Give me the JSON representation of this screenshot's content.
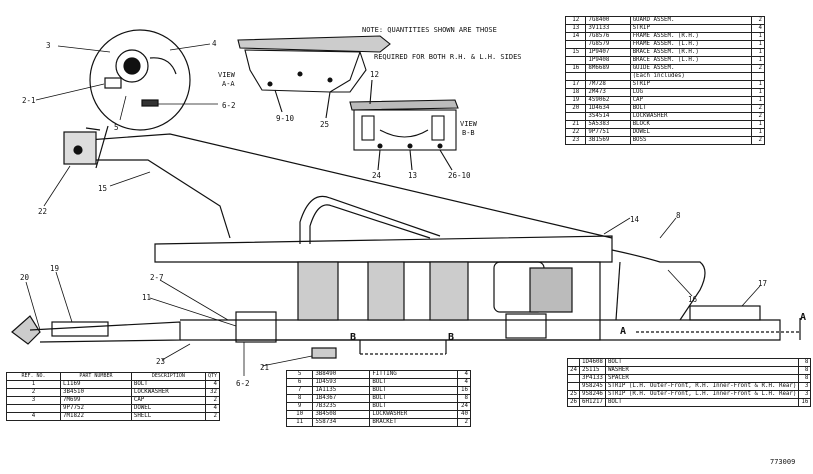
{
  "note": {
    "line1": "NOTE: QUANTITIES SHOWN ARE THOSE",
    "line2": "REQUIRED FOR BOTH R.H. & L.H. SIDES"
  },
  "views": {
    "view_a_line1": "VIEW",
    "view_a_line2": "A-A",
    "view_b_line1": "VIEW",
    "view_b_line2": "B-B"
  },
  "callouts": [
    {
      "id": "c3",
      "label": "3"
    },
    {
      "id": "c4",
      "label": "4"
    },
    {
      "id": "c2-1",
      "label": "2-1"
    },
    {
      "id": "c5",
      "label": "5"
    },
    {
      "id": "c6-2",
      "label": "6-2"
    },
    {
      "id": "c9-10",
      "label": "9-10"
    },
    {
      "id": "c25",
      "label": "25"
    },
    {
      "id": "c12",
      "label": "12"
    },
    {
      "id": "c24",
      "label": "24"
    },
    {
      "id": "c13",
      "label": "13"
    },
    {
      "id": "c26-10",
      "label": "26-10"
    },
    {
      "id": "c22",
      "label": "22"
    },
    {
      "id": "c15",
      "label": "15"
    },
    {
      "id": "c14",
      "label": "14"
    },
    {
      "id": "c8",
      "label": "8"
    },
    {
      "id": "c2-7",
      "label": "2-7"
    },
    {
      "id": "c11",
      "label": "11"
    },
    {
      "id": "c20",
      "label": "20"
    },
    {
      "id": "c19",
      "label": "19"
    },
    {
      "id": "c16",
      "label": "16"
    },
    {
      "id": "c17",
      "label": "17"
    },
    {
      "id": "c23",
      "label": "23"
    },
    {
      "id": "c21",
      "label": "21"
    },
    {
      "id": "c6-2b",
      "label": "6-2"
    },
    {
      "id": "cB1",
      "label": "B"
    },
    {
      "id": "cB2",
      "label": "B"
    },
    {
      "id": "cA1",
      "label": "A"
    },
    {
      "id": "cA2",
      "label": "A"
    }
  ],
  "table_top_right": {
    "rows": [
      {
        "ref": "12",
        "part": "7G8400",
        "desc": "GUARD ASSEM.",
        "qty": "2"
      },
      {
        "ref": "13",
        "part": "3V1133",
        "desc": "STRIP",
        "qty": "4"
      },
      {
        "ref": "14",
        "part": "7G8576",
        "desc": "FRAME ASSEM. (R.H.)",
        "qty": "1"
      },
      {
        "ref": "",
        "part": "7G8579",
        "desc": "FRAME ASSEM. (L.H.)",
        "qty": "1"
      },
      {
        "ref": "15",
        "part": "1P9407",
        "desc": "BRACE ASSEM. (R.H.)",
        "qty": "1"
      },
      {
        "ref": "",
        "part": "1P9408",
        "desc": "BRACE ASSEM. (L.H.)",
        "qty": "1"
      },
      {
        "ref": "16",
        "part": "8M6689",
        "desc": "GUIDE ASSEM.",
        "qty": "2"
      },
      {
        "ref": "",
        "part": "",
        "desc": "(Each includes)",
        "qty": ""
      },
      {
        "ref": "17",
        "part": "7M728",
        "desc": "STRIP",
        "qty": "1"
      },
      {
        "ref": "18",
        "part": "2M473",
        "desc": "LUG",
        "qty": "1"
      },
      {
        "ref": "19",
        "part": "4S9062",
        "desc": "CAP",
        "qty": "1"
      },
      {
        "ref": "20",
        "part": "1D4634",
        "desc": "BOLT",
        "qty": "2"
      },
      {
        "ref": "",
        "part": "3S4514",
        "desc": "LOCKWASHER",
        "qty": "2"
      },
      {
        "ref": "21",
        "part": "5A5383",
        "desc": "BLOCK",
        "qty": "1"
      },
      {
        "ref": "22",
        "part": "9P7751",
        "desc": "DOWEL",
        "qty": "1"
      },
      {
        "ref": "23",
        "part": "3B1569",
        "desc": "BOSS",
        "qty": "2"
      }
    ]
  },
  "table_bottom_left": {
    "headers": [
      "REF. NO.",
      "PART NUMBER",
      "DESCRIPTION",
      "QTY"
    ],
    "rows": [
      {
        "ref": "1",
        "part": "L1169",
        "desc": "BOLT",
        "qty": "4"
      },
      {
        "ref": "2",
        "part": "3B4510",
        "desc": "LOCKWASHER",
        "qty": "32"
      },
      {
        "ref": "3",
        "part": "7M699",
        "desc": "CAP",
        "qty": "2"
      },
      {
        "ref": "",
        "part": "9P7752",
        "desc": "DOWEL",
        "qty": "4"
      },
      {
        "ref": "4",
        "part": "7M1822",
        "desc": "SHELL",
        "qty": "2"
      }
    ]
  },
  "table_bottom_mid": {
    "rows": [
      {
        "ref": "5",
        "part": "3B8490",
        "desc": "FITTING",
        "qty": "4"
      },
      {
        "ref": "6",
        "part": "1D4593",
        "desc": "BOLT",
        "qty": "4"
      },
      {
        "ref": "7",
        "part": "1A1135",
        "desc": "BOLT",
        "qty": "16"
      },
      {
        "ref": "8",
        "part": "1B4367",
        "desc": "BOLT",
        "qty": "8"
      },
      {
        "ref": "9",
        "part": "7B3235",
        "desc": "BOLT",
        "qty": "24"
      },
      {
        "ref": "10",
        "part": "3B4508",
        "desc": "LOCKWASHER",
        "qty": "40"
      },
      {
        "ref": "11",
        "part": "5S8734",
        "desc": "BRACKET",
        "qty": "2"
      }
    ]
  },
  "table_bottom_right": {
    "rows": [
      {
        "ref": "",
        "part": "1D4608",
        "desc": "BOLT",
        "qty": "8"
      },
      {
        "ref": "24",
        "part": "2S115",
        "desc": "WASHER",
        "qty": "8"
      },
      {
        "ref": "",
        "part": "3P4133",
        "desc": "SPACER",
        "qty": "8"
      },
      {
        "ref": "",
        "part": "9S8245",
        "desc": "STRIP (L.H. Outer-Front, R.H. Inner-Front & R.H. Rear)",
        "qty": "3"
      },
      {
        "ref": "25",
        "part": "9S8246",
        "desc": "STRIP (R.H. Outer-Front, L.H. Inner-Front & L.H. Rear)",
        "qty": "3"
      },
      {
        "ref": "26",
        "part": "6H1217",
        "desc": "BOLT",
        "qty": "16"
      }
    ]
  },
  "drawing_code": "773009"
}
